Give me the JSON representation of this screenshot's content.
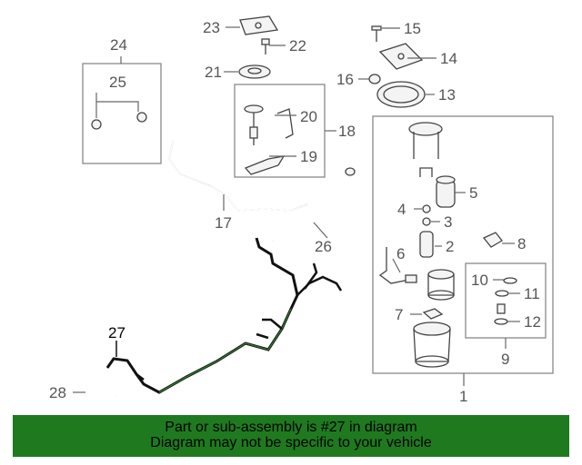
{
  "callouts": {
    "c1": "1",
    "c2": "2",
    "c3": "3",
    "c4": "4",
    "c5": "5",
    "c6": "6",
    "c7": "7",
    "c8": "8",
    "c9": "9",
    "c10": "10",
    "c11": "11",
    "c12": "12",
    "c13": "13",
    "c14": "14",
    "c15": "15",
    "c16": "16",
    "c17": "17",
    "c18": "18",
    "c19": "19",
    "c20": "20",
    "c21": "21",
    "c22": "22",
    "c23": "23",
    "c24": "24",
    "c25": "25",
    "c26": "26",
    "c27": "27",
    "c28": "28"
  },
  "banner": {
    "line1": "Part or sub-assembly is #27 in diagram",
    "line2": "Diagram may not be specific to your vehicle"
  },
  "colors": {
    "banner_bg": "#1f7a1f",
    "highlight": "#000000",
    "line": "#555555"
  }
}
